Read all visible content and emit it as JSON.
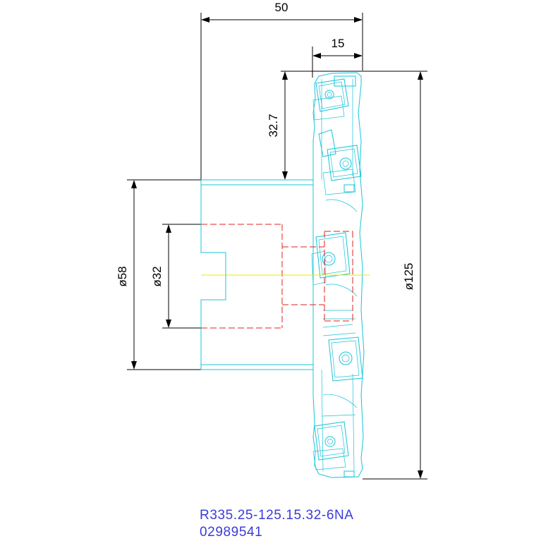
{
  "dimensions": {
    "overall_length": "50",
    "insert_width": "15",
    "offset": "32.7",
    "body_diameter": "ø58",
    "bore_diameter": "ø32",
    "cutter_diameter": "ø125"
  },
  "title_block": {
    "part_number": "R335.25-125.15.32-6NA",
    "item_code": "02989541"
  },
  "colors": {
    "outline": "#18c4d8",
    "hidden_lines": "#e02020",
    "center_line": "#e8e800",
    "dimension_lines": "#000000",
    "title_text": "#3b3bd8"
  },
  "icons": {
    "insert_screw": "torx-screw-icon"
  }
}
